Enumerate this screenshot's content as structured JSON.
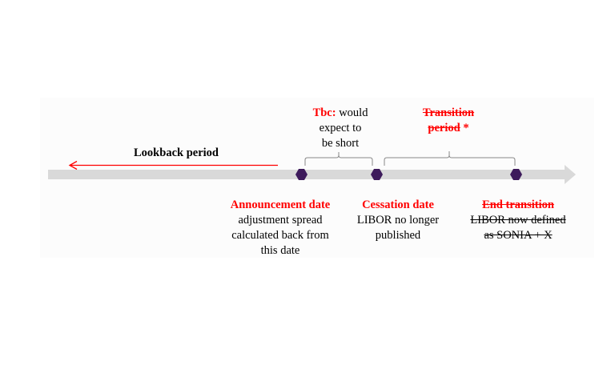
{
  "lookback": {
    "label": "Lookback period"
  },
  "tbc": {
    "label": "Tbc:",
    "text_line1": "would",
    "text_line2": "expect to",
    "text_line3": "be short"
  },
  "transition": {
    "line1": "Transition",
    "line2": "period",
    "asterisk": "*"
  },
  "milestones": [
    {
      "title": "Announcement date",
      "lines": [
        "adjustment spread",
        "calculated back from",
        "this date"
      ]
    },
    {
      "title": "Cessation date",
      "lines": [
        "LIBOR no longer",
        "published"
      ]
    },
    {
      "title": "End transition",
      "lines": [
        "LIBOR now defined",
        "as SONIA + X"
      ]
    }
  ],
  "colors": {
    "accent": "#ff0000",
    "marker": "#3d1a5b",
    "timeline": "#d9d9d9"
  }
}
